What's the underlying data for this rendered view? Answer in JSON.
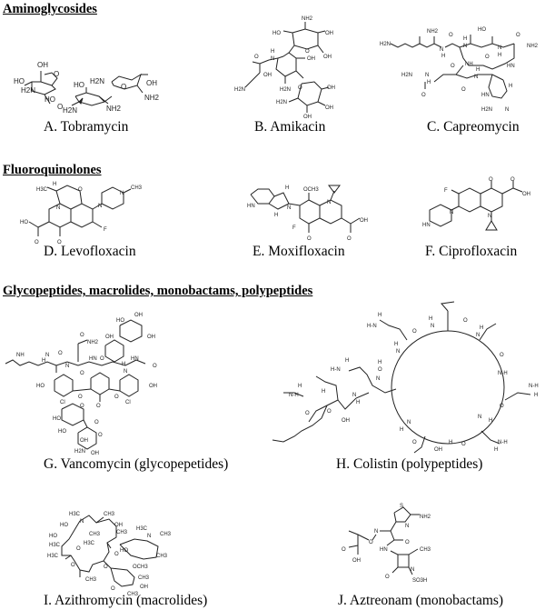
{
  "sections": [
    {
      "title": "Aminoglycosides",
      "compounds": [
        {
          "letter": "A.",
          "name": "Tobramycin",
          "caption": "A.  Tobramycin",
          "labels": [
            "OH",
            "HO",
            "H2N",
            "HO",
            "O",
            "HO",
            "O",
            "H2N",
            "NH2",
            "H2N",
            "O",
            "OH",
            "NH2"
          ]
        },
        {
          "letter": "B.",
          "name": "Amikacin",
          "caption": "B. Amikacin",
          "labels": [
            "NH2",
            "HO",
            "OH",
            "O",
            "OH",
            "H",
            "N",
            "O",
            "OH",
            "OH",
            "H2N",
            "H2N",
            "O",
            "OH",
            "H2N",
            "OH",
            "OH"
          ]
        },
        {
          "letter": "C.",
          "name": "Capreomycin",
          "caption": "C. Capreomycin",
          "labels": [
            "H2N",
            "NH2",
            "O",
            "N",
            "H",
            "H",
            "N",
            "HO",
            "O",
            "H",
            "N",
            "O",
            "NH2",
            "O",
            "NH",
            "HN",
            "H2N",
            "N",
            "H",
            "O",
            "N",
            "H",
            "O",
            "H",
            "HN",
            "H2N",
            "N"
          ]
        }
      ]
    },
    {
      "title": "Fluoroquinolones",
      "compounds": [
        {
          "letter": "D.",
          "name": "Levofloxacin",
          "caption": "D.  Levofloxacin",
          "labels": [
            "H",
            "H3C",
            "O",
            "N",
            "CH3",
            "N",
            "N",
            "HO",
            "F",
            "O",
            "O"
          ]
        },
        {
          "letter": "E.",
          "name": "Moxifloxacin",
          "caption": "E. Moxifloxacin",
          "labels": [
            "H",
            "OCH3",
            "HN",
            "N",
            "N",
            "H",
            "F",
            "OH",
            "O",
            "O"
          ]
        },
        {
          "letter": "F.",
          "name": "Ciprofloxacin",
          "caption": "F. Ciprofloxacin",
          "labels": [
            "O",
            "O",
            "F",
            "OH",
            "N",
            "N",
            "HN"
          ]
        }
      ]
    },
    {
      "title": "Glycopeptides, macrolides, monobactams, polypeptides",
      "compounds": [
        {
          "letter": "G.",
          "name": "Vancomycin (glycopepetides)",
          "caption": "G. Vancomycin (glycopepetides)",
          "labels": [
            "OH",
            "HO",
            "OH",
            "OH",
            "O",
            "NH2",
            "NH",
            "H",
            "N",
            "O",
            "N",
            "O",
            "HN",
            "O",
            "HN",
            "O",
            "H",
            "N",
            "HO",
            "OH",
            "Cl",
            "O",
            "O",
            "O",
            "Cl",
            "HO",
            "O",
            "HO",
            "OH",
            "O",
            "O",
            "H2N",
            "OH"
          ]
        },
        {
          "letter": "H.",
          "name": "Colistin (polypeptides)",
          "caption": "H.        Colistin (polypeptides)",
          "labels": [
            "H-N",
            "H",
            "O",
            "N",
            "H",
            "O",
            "N",
            "H",
            "H",
            "N",
            "O",
            "N-H",
            "H",
            "N",
            "O",
            "H-N",
            "H",
            "N-H",
            "H",
            "O",
            "N",
            "H",
            "OH",
            "H",
            "O",
            "N",
            "H",
            "N-H",
            "H",
            "O",
            "N",
            "H",
            "O",
            "OH",
            "H",
            "O",
            "N-H",
            "H"
          ]
        },
        {
          "letter": "I.",
          "name": "Azithromycin (macrolides)",
          "caption": "I.    Azithromycin (macrolides)",
          "labels": [
            "H3C",
            "N",
            "CH3",
            "HO",
            "OH",
            "HO",
            "CH3",
            "CH3",
            "H3C",
            "H3C",
            "N",
            "CH3",
            "H3C",
            "O",
            "HO",
            "O",
            "CH3",
            "H3C",
            "O",
            "O",
            "OCH3",
            "CH3",
            "CH3",
            "O",
            "OH",
            "CH3"
          ]
        },
        {
          "letter": "J.",
          "name": "Aztreonam (monobactams)",
          "caption": "J. Aztreonam (monobactams)",
          "labels": [
            "S",
            "NH2",
            "N",
            "N",
            "O",
            "O",
            "O",
            "HN",
            "CH3",
            "OH",
            "N",
            "O",
            "SO3H"
          ]
        }
      ]
    }
  ]
}
